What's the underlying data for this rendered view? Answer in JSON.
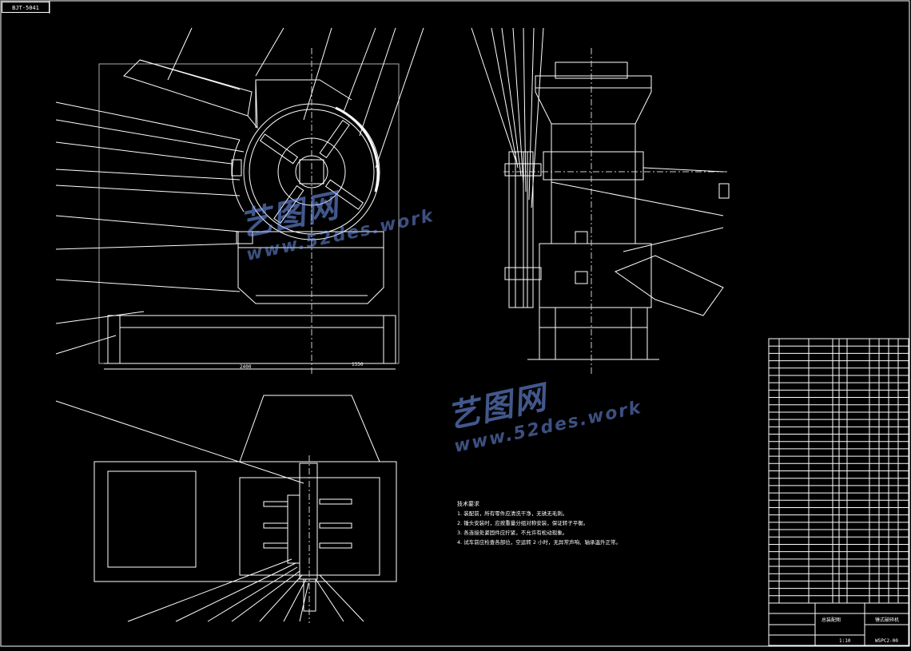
{
  "drawing": {
    "corner_tag": "BJT-5041",
    "tech_notes": {
      "title": "技术要求",
      "lines": [
        "1. 装配前，所有零件应清洗干净，无锈无毛刺。",
        "2. 锤头安装时，应按重量分组对称安装，保证转子平衡。",
        "3. 各连接处紧固件应拧紧，不允许有松动现象。",
        "4. 试车前应检查各部位，空运转 2 小时，无异常声响、轴承温升正常。"
      ]
    },
    "dimensions": {
      "overall_width": "2400",
      "bottom_width": "1550"
    },
    "title_block": {
      "drawing_name": "锤式破碎机",
      "drawing_no": "WSPC2-00",
      "label_assembly": "总装配图",
      "scale": "1:10"
    },
    "watermarks": [
      {
        "cn": "艺图网",
        "en": "www.52des.work"
      },
      {
        "cn": "艺图网",
        "en": "www.52des.work"
      }
    ]
  }
}
